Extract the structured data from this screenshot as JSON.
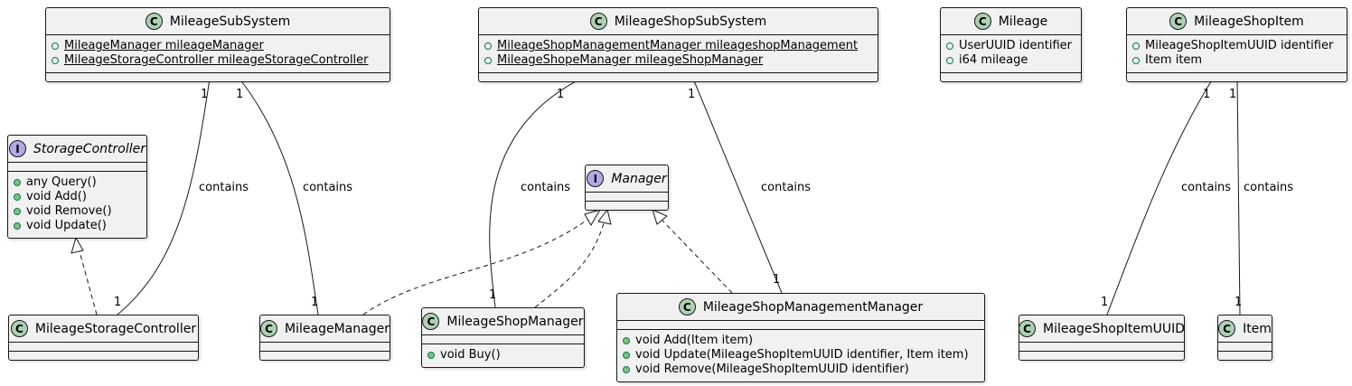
{
  "classes": {
    "mileage_sub_system": {
      "name": "MileageSubSystem",
      "stereotype": "C",
      "fields": [
        "MileageManager mileageManager",
        "MileageStorageController mileageStorageController"
      ]
    },
    "mileage_shop_sub_system": {
      "name": "MileageShopSubSystem",
      "stereotype": "C",
      "fields": [
        "MileageShopManagementManager mileageshopManagement",
        "MileageShopeManager mileageShopManager"
      ]
    },
    "mileage": {
      "name": "Mileage",
      "stereotype": "C",
      "fields": [
        "UserUUID identifier",
        "i64 mileage"
      ]
    },
    "mileage_shop_item": {
      "name": "MileageShopItem",
      "stereotype": "C",
      "fields": [
        "MileageShopItemUUID identifier",
        "Item item"
      ]
    },
    "storage_controller": {
      "name": "StorageController",
      "stereotype": "I",
      "methods": [
        "any Query()",
        "void Add()",
        "void Remove()",
        "void Update()"
      ]
    },
    "manager": {
      "name": "Manager",
      "stereotype": "I"
    },
    "mileage_storage_controller": {
      "name": "MileageStorageController",
      "stereotype": "C"
    },
    "mileage_manager": {
      "name": "MileageManager",
      "stereotype": "C"
    },
    "mileage_shop_manager": {
      "name": "MileageShopManager",
      "stereotype": "C",
      "methods": [
        "void Buy()"
      ]
    },
    "mileage_shop_management_manager": {
      "name": "MileageShopManagementManager",
      "stereotype": "C",
      "methods": [
        "void Add(Item item)",
        "void Update(MileageShopItemUUID identifier, Item item)",
        "void Remove(MileageShopItemUUID identifier)"
      ]
    },
    "mileage_shop_item_uuid": {
      "name": "MileageShopItemUUID",
      "stereotype": "C"
    },
    "item": {
      "name": "Item",
      "stereotype": "C"
    }
  },
  "relations": [
    {
      "from": "MileageSubSystem",
      "to": "MileageStorageController",
      "label": "contains",
      "from_mult": "1",
      "to_mult": "1"
    },
    {
      "from": "MileageSubSystem",
      "to": "MileageManager",
      "label": "contains",
      "from_mult": "1",
      "to_mult": "1"
    },
    {
      "from": "MileageShopSubSystem",
      "to": "MileageShopManager",
      "label": "contains",
      "from_mult": "1",
      "to_mult": "1"
    },
    {
      "from": "MileageShopSubSystem",
      "to": "MileageShopManagementManager",
      "label": "contains",
      "from_mult": "1",
      "to_mult": "1"
    },
    {
      "from": "MileageShopItem",
      "to": "MileageShopItemUUID",
      "label": "contains",
      "from_mult": "1",
      "to_mult": "1"
    },
    {
      "from": "MileageShopItem",
      "to": "Item",
      "label": "contains",
      "from_mult": "1",
      "to_mult": "1"
    },
    {
      "from": "MileageStorageController",
      "to": "StorageController",
      "kind": "realization"
    },
    {
      "from": "MileageManager",
      "to": "Manager",
      "kind": "realization"
    },
    {
      "from": "MileageShopManager",
      "to": "Manager",
      "kind": "realization"
    },
    {
      "from": "MileageShopManagementManager",
      "to": "Manager",
      "kind": "realization"
    }
  ],
  "colors": {
    "class_badge": "#add1b2",
    "interface_badge": "#b4a7e5",
    "box_fill": "#f1f1f1",
    "line": "#181818",
    "visibility": "#038048"
  }
}
